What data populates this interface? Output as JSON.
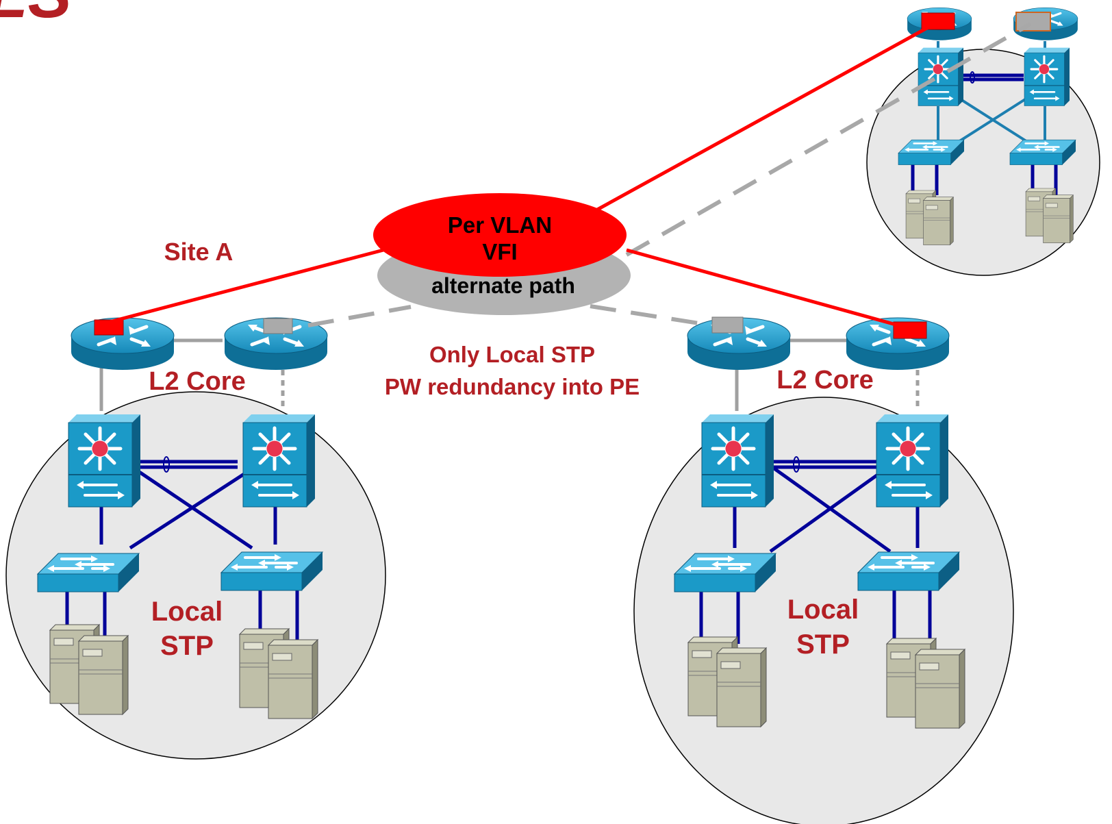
{
  "header_fragment": "LS",
  "cloud": {
    "top_line1": "Per VLAN",
    "top_line2": "VFI",
    "bottom": "alternate path"
  },
  "labels": {
    "site_a": "Site A",
    "l2_core": "L2 Core",
    "local": "Local",
    "stp": "STP",
    "note_line1": "Only Local STP",
    "note_line2": "PW redundancy into PE"
  },
  "colors": {
    "label_red": "#b31f24",
    "primary_pw": "#ff0000",
    "alternate_pw": "#aaaaaa",
    "device_blue": "#1b9ac8",
    "link_navy": "#000099",
    "site_fill": "#e8e8e8"
  }
}
